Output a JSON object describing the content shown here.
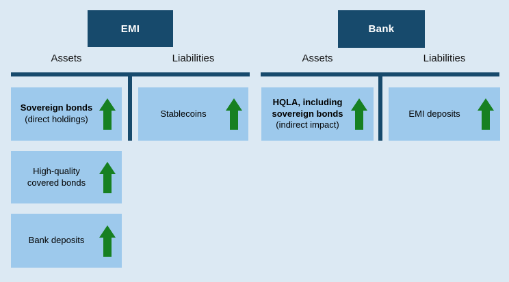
{
  "colors": {
    "background": "#dce9f3",
    "panel": "#9dc9ec",
    "dark": "#174a6c",
    "green": "#178021",
    "text": "#000000"
  },
  "icons": {
    "up_arrow": "green-block-arrow-up (increase)"
  },
  "emi": {
    "title": "EMI",
    "assets_label": "Assets",
    "liabilities_label": "Liabilities",
    "assets_boxes": [
      {
        "line1": "Sovereign bonds",
        "line2": "(direct holdings)"
      },
      {
        "line1": "High-quality",
        "line2": "covered bonds"
      },
      {
        "line1": "Bank deposits"
      }
    ],
    "liabilities_boxes": [
      {
        "line1": "Stablecoins"
      }
    ]
  },
  "bank": {
    "title": "Bank",
    "assets_label": "Assets",
    "liabilities_label": "Liabilities",
    "assets_boxes": [
      {
        "line1": "HQLA, including",
        "line2": "sovereign bonds",
        "line3": "(indirect impact)"
      }
    ],
    "liabilities_boxes": [
      {
        "line1": "EMI deposits"
      }
    ]
  }
}
